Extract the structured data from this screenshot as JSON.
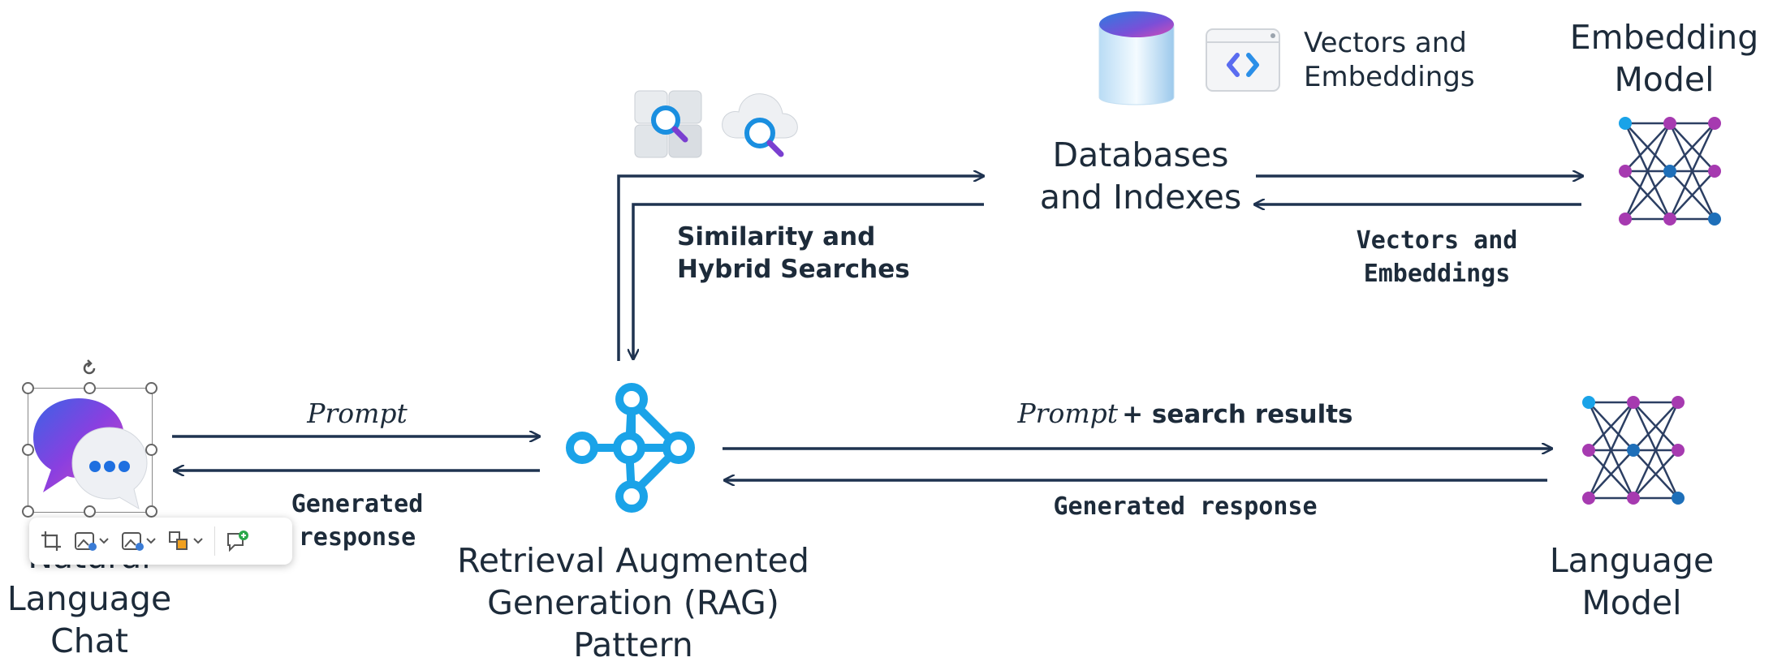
{
  "nodes": {
    "chat": {
      "label_lines": [
        "Natural",
        "Language",
        "Chat"
      ]
    },
    "rag": {
      "label_lines": [
        "Retrieval Augmented",
        "Generation (RAG)",
        "Pattern"
      ]
    },
    "db": {
      "label_lines": [
        "Databases",
        "and Indexes"
      ]
    },
    "embedding": {
      "label_lines": [
        "Embedding",
        "Model"
      ]
    },
    "language": {
      "label_lines": [
        "Language",
        "Model"
      ]
    }
  },
  "edges": {
    "prompt": "Prompt",
    "generated_left": [
      "Generated",
      "response"
    ],
    "prompt_plus_prefix": "Prompt",
    "prompt_plus_suffix": "+ search results",
    "generated_right": "Generated response",
    "similarity": [
      "Similarity and",
      "Hybrid Searches"
    ],
    "vectors_mono": [
      "Vectors and",
      "Embeddings"
    ]
  },
  "vector_card_label": [
    "Vectors and",
    "Embeddings"
  ],
  "icons": [
    "chat-bubbles-icon",
    "rag-network-icon",
    "database-icon",
    "code-window-icon",
    "search-tiles-icon",
    "cloud-search-icon",
    "neural-network-icon"
  ],
  "toolbar": {
    "tools": [
      "crop-icon",
      "image-edit-icon",
      "image-replace-icon",
      "arrange-icon",
      "add-comment-icon"
    ]
  },
  "colors": {
    "arrow": "#1f3350",
    "rag_blue": "#1aa3e8",
    "nn_purple": "#a63ab0",
    "nn_blue": "#1e6fb9"
  }
}
